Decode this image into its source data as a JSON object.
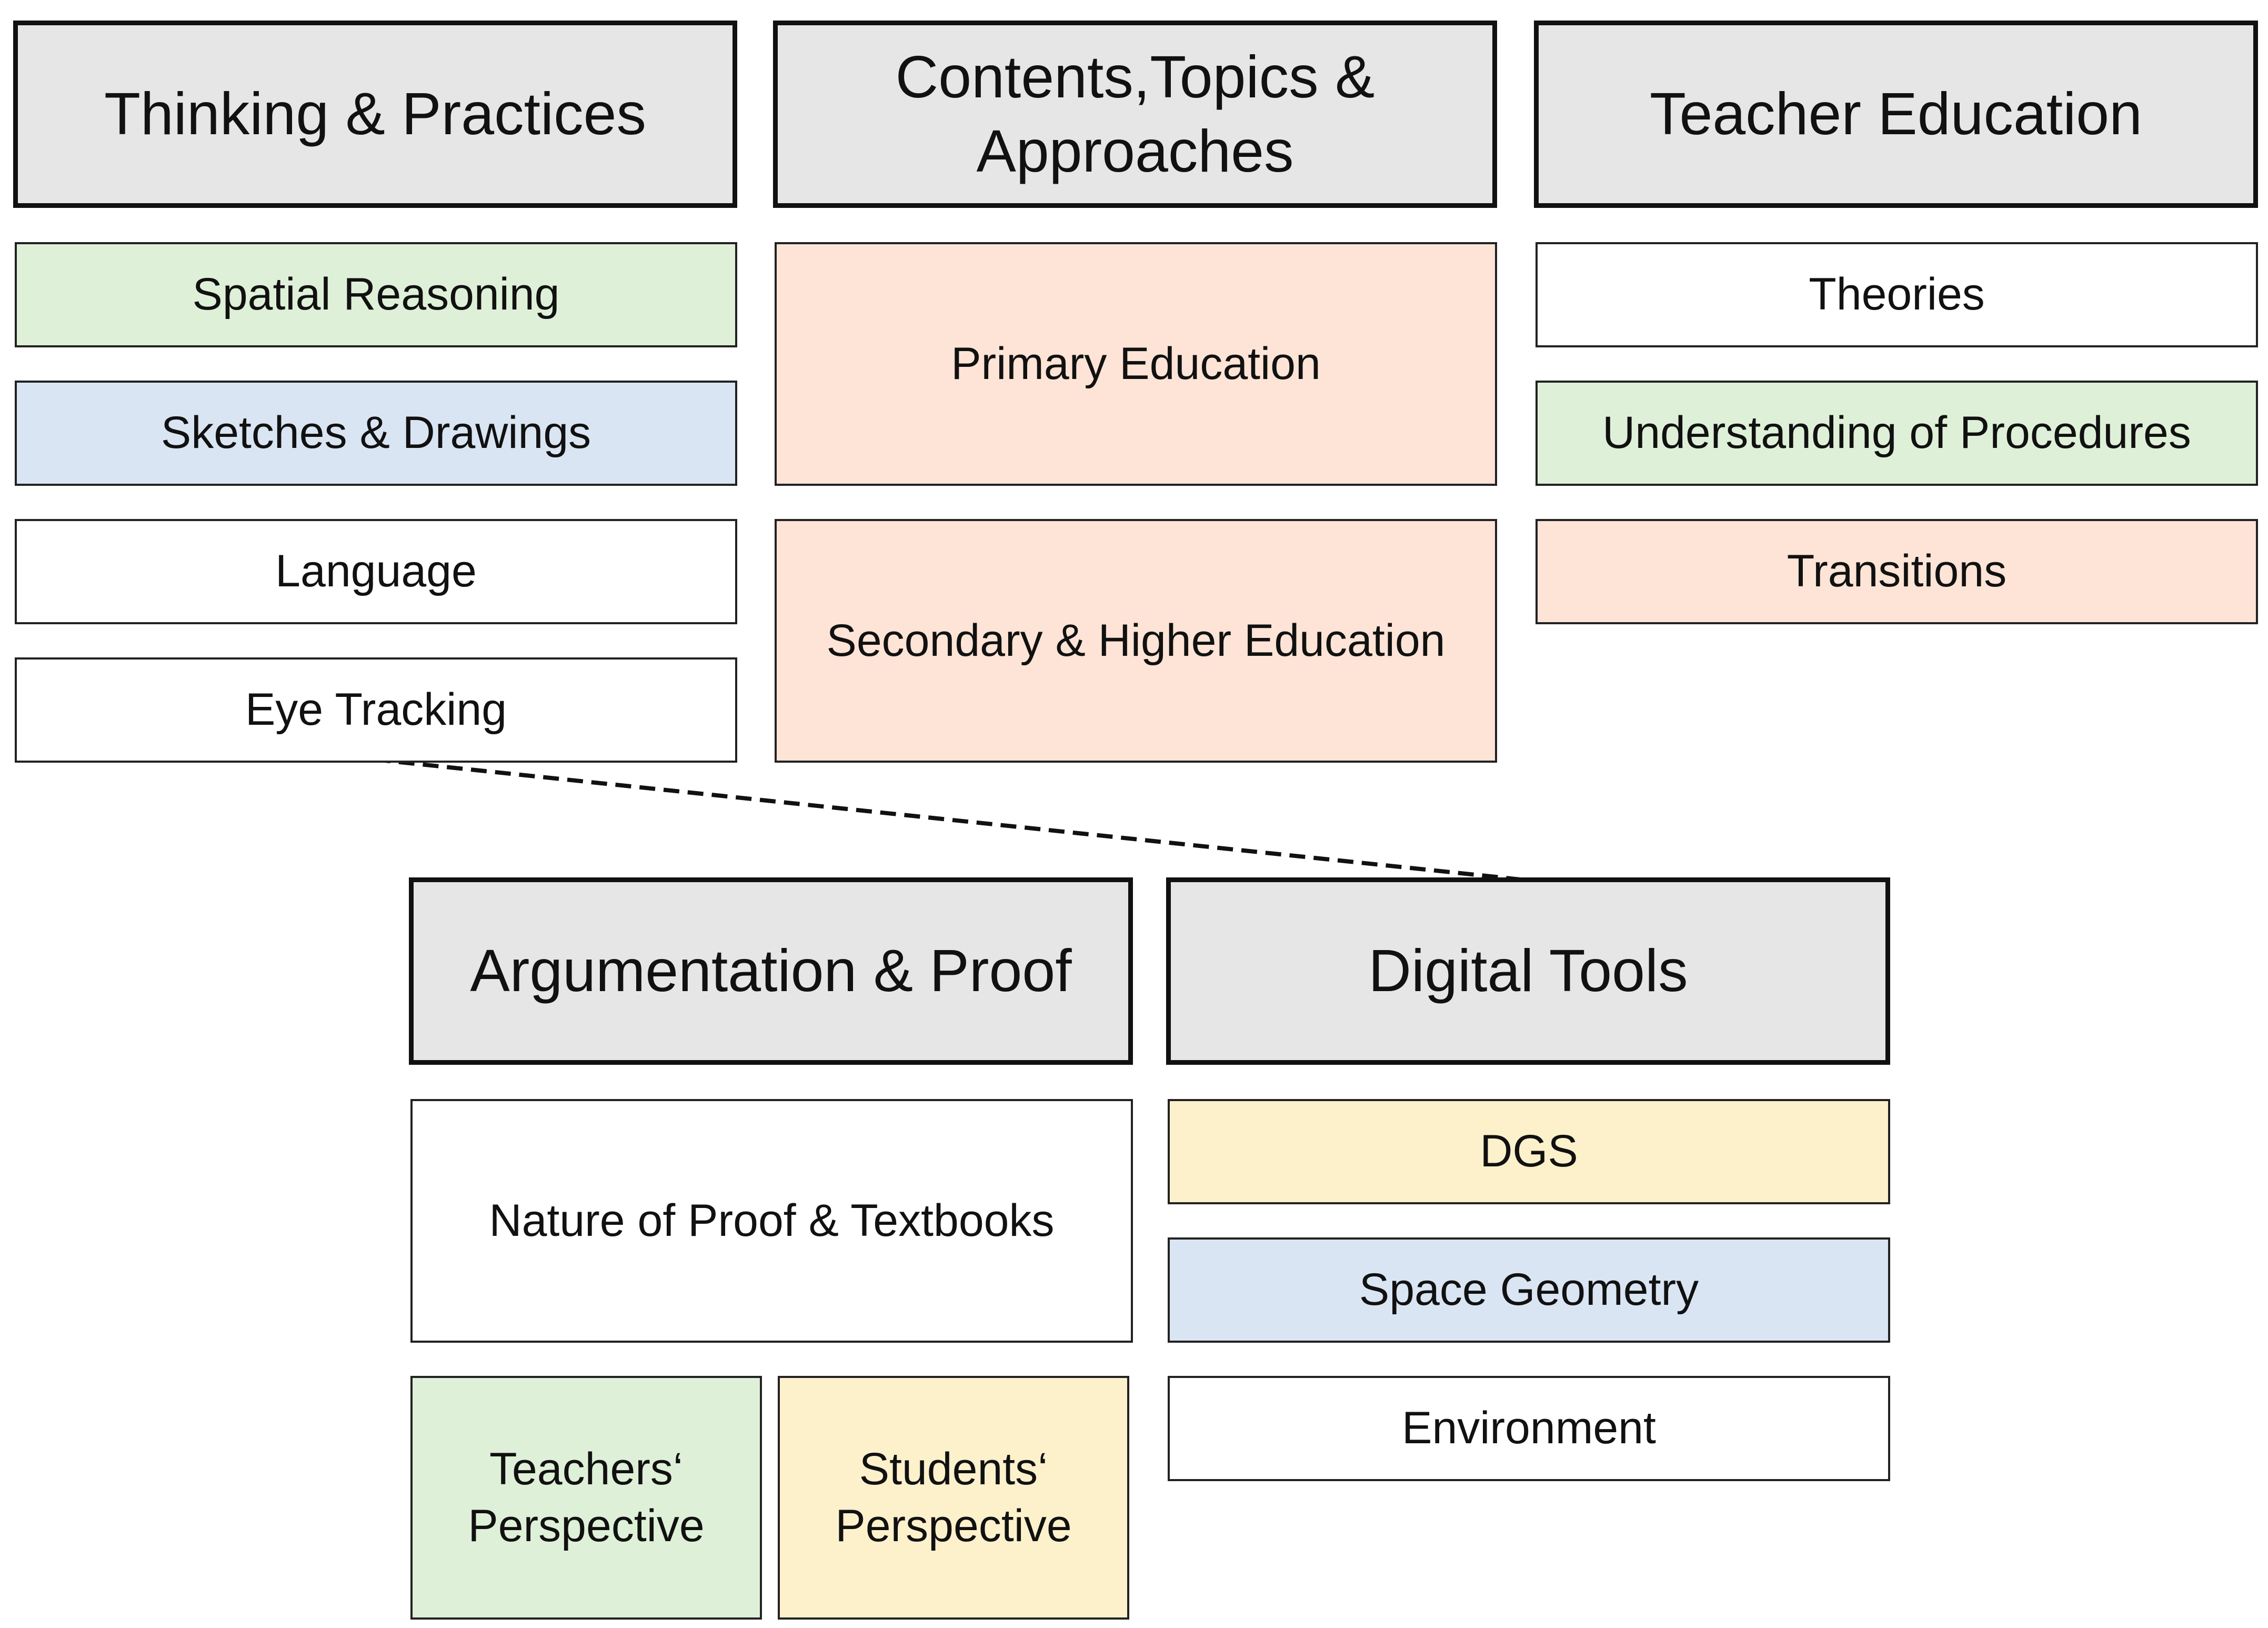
{
  "columns": {
    "thinking": {
      "title": "Thinking & Practices",
      "items": [
        "Spatial Reasoning",
        "Sketches & Drawings",
        "Language",
        "Eye Tracking"
      ]
    },
    "contents": {
      "title": "Contents,Topics &\nApproaches",
      "items": [
        "Primary Education",
        "Secondary & Higher Education"
      ]
    },
    "teacher": {
      "title": "Teacher Education",
      "items": [
        "Theories",
        "Understanding of Procedures",
        "Transitions"
      ]
    },
    "argumentation": {
      "title": "Argumentation & Proof",
      "items": [
        "Nature of Proof & Textbooks",
        "Teachers‘\nPerspective",
        "Students‘\nPerspective"
      ]
    },
    "digital": {
      "title": "Digital Tools",
      "items": [
        "DGS",
        "Space Geometry",
        "Environment"
      ]
    }
  },
  "colors": {
    "header_fill": "#e6e6e6",
    "green": "#dff0d8",
    "blue": "#dae5f3",
    "peach": "#fde4d6",
    "yellow": "#fdf1cc",
    "white": "#ffffff"
  },
  "connector": {
    "from": "Eye Tracking",
    "to": "Digital Tools",
    "style": "dashed"
  }
}
